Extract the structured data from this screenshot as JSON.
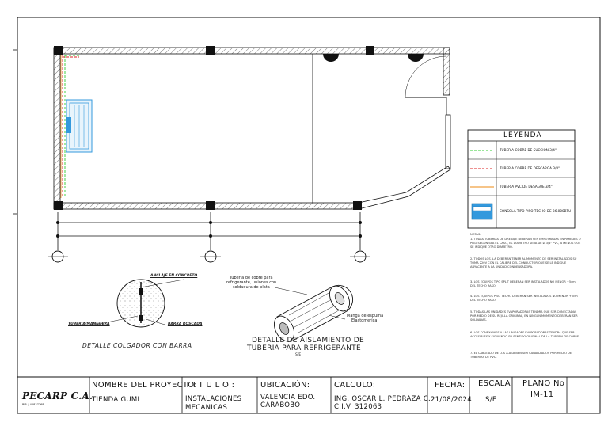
{
  "legend": {
    "title": "LEYENDA",
    "items": [
      {
        "label": "TUBERIA COBRE DE SUCCION 3/4\"",
        "color": "#33cc33"
      },
      {
        "label": "TUBERIA COBRE DE DESCARGA 3/8\"",
        "color": "#dd2222"
      },
      {
        "label": "TUBERIA PVC DE DESAGUE 3/4\"",
        "color": "#f0a040"
      },
      {
        "label": "CONSOLA TIPO PISO TECHO DE 36.000BTU",
        "color": "#3399dd"
      }
    ]
  },
  "notes": {
    "title": "NOTAS:",
    "items": [
      "1. TODAS TUBERIAS DE DRENAJE DEBERAN SER EMPOTRADAS EN PAREDES O PISO SEGUN SEA EL CASO, EL DIAMETRO SERA DE Ø 3/4\" PVC, A MENOS QUE SE INDIQUE OTRO DIAMETRO.",
      "2. TODOS LOS A.A DEBERAN TENER AL MOMENTO DE SER INSTALADOS SU TOMA 220V CON EL CALIBRE DEL CONDUCTOR QUE SE LE INDIQUE ADYACENTE A LA UNIDAD CONDENSADORA.",
      "3. LOS EQUIPOS TIPO SPLIT DEBERAN SER INSTALADOS NO MENOR +5cm DEL TECHO RASO.",
      "4. LOS EQUIPOS PISO TECHO DEBERAN SER INSTALADOS NO MENOR +5cm DEL TECHO RASO.",
      "5. TODAS LAS UNIDADES EVAPORADORAS TENDRA QUE SER CONECTADAS POR MEDIO DE SU REJILLA ORIGINAL, EN NINGUN MOMENTO DEBERAN SER SOLDADAS.",
      "6. LOS CONEXIONES A LAS UNIDADES EVAPORADORAS TENDRA QUE SER ACCESIBLES Y SIGUIENDO SU SENTIDO ORIGINAL DE LA TUBERIA DE COBRE.",
      "7. EL CABLEADO DE LOS A.A DEBEN SER CANALIZADOS POR MEDIO DE TUBERIAS DE PVC."
    ]
  },
  "details": {
    "hanger_title": "DETALLE COLGADOR CON BARRA",
    "hanger_labels": {
      "anchor": "ANCLAJE EN CONCRETO",
      "pipe": "TUBERIA/MANGUERA",
      "bar": "BARRA ROSCADA"
    },
    "insulation_title_1": "DETALLE DE AISLAMIENTO DE",
    "insulation_title_2": "TUBERIA PARA REFRIGERANTE",
    "insulation_scale": "S/E",
    "copper_note_1": "Tuberia de cobre para",
    "copper_note_2": "refrigerante, uniones con",
    "copper_note_3": "soldadura de plata",
    "foam_note_1": "Manga de espuma",
    "foam_note_2": "Elastomerica"
  },
  "title_block": {
    "company": "PECARP C.A.",
    "company_sub": "RIF: J-40837768",
    "project_label": "NOMBRE DEL PROYECTO:",
    "project_value": "TIENDA GUMI",
    "title_label": "T I T U L O :",
    "title_value_1": "INSTALACIONES",
    "title_value_2": "MECANICAS",
    "location_label": "UBICACIÓN:",
    "location_value_1": "VALENCIA EDO.",
    "location_value_2": "CARABOBO",
    "calc_label": "CALCULO:",
    "calc_value_1": "ING. OSCAR L. PEDRAZA C.",
    "calc_value_2": "C.I.V. 312063",
    "date_label": "FECHA:",
    "date_value": "21/08/2024",
    "scale_label": "ESCALA",
    "scale_value": "S/E",
    "plan_label": "PLANO No",
    "plan_value": "IM-11"
  },
  "colors": {
    "line": "#111111",
    "suction": "#33cc33",
    "discharge": "#dd2222",
    "drain": "#f0a040",
    "unit": "#3399dd",
    "hatch": "#555555"
  }
}
